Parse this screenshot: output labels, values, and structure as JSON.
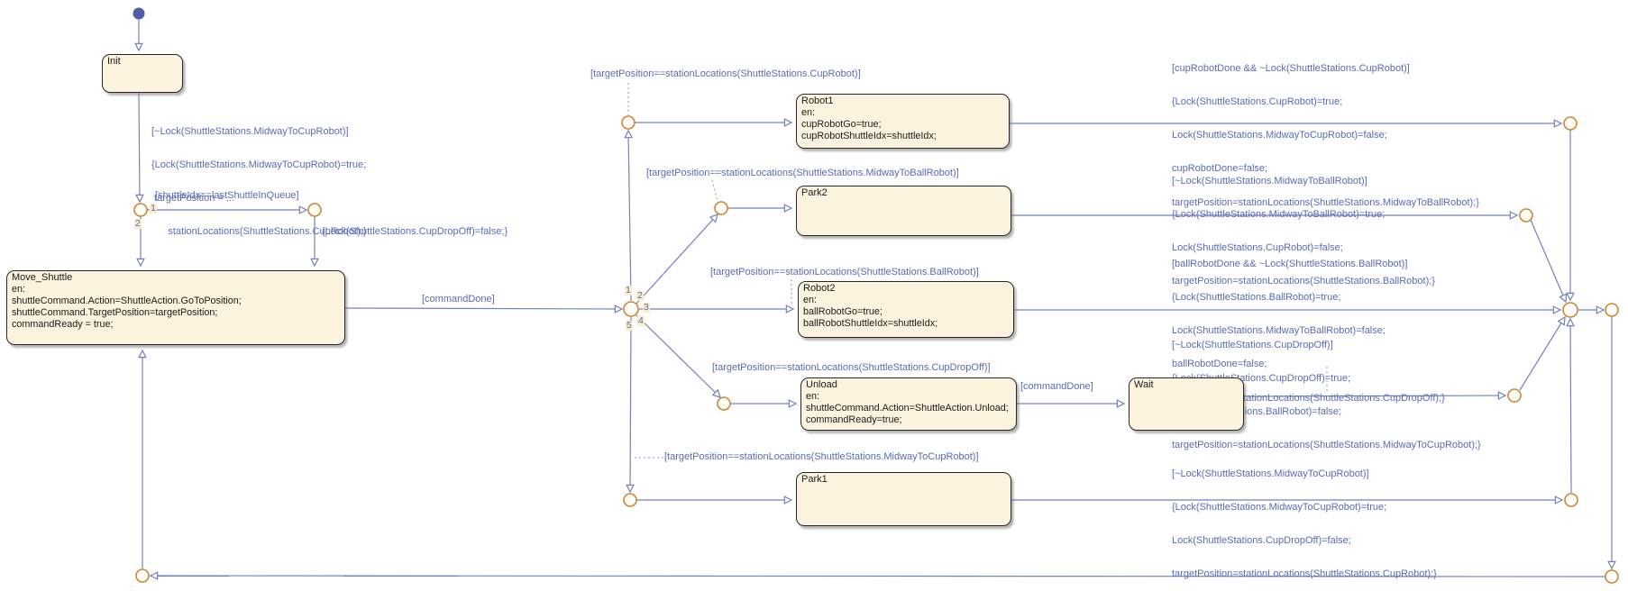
{
  "diagram": {
    "states": {
      "init": {
        "title": "Init"
      },
      "move_shuttle": {
        "title": "Move_Shuttle",
        "lines": [
          "en:",
          "shuttleCommand.Action=ShuttleAction.GoToPosition;",
          "shuttleCommand.TargetPosition=targetPosition;",
          "commandReady = true;"
        ]
      },
      "robot1": {
        "title": "Robot1",
        "lines": [
          "en:",
          "cupRobotGo=true;",
          "cupRobotShuttleIdx=shuttleIdx;"
        ]
      },
      "park2": {
        "title": "Park2"
      },
      "robot2": {
        "title": "Robot2",
        "lines": [
          "en:",
          "ballRobotGo=true;",
          "ballRobotShuttleIdx=shuttleIdx;"
        ]
      },
      "unload": {
        "title": "Unload",
        "lines": [
          "en:",
          "shuttleCommand.Action=ShuttleAction.Unload;",
          "commandReady=true;"
        ]
      },
      "wait": {
        "title": "Wait"
      },
      "park1": {
        "title": "Park1"
      }
    },
    "labels": {
      "init_transition": [
        "[~Lock(ShuttleStations.MidwayToCupRobot)]",
        "{Lock(ShuttleStations.MidwayToCupRobot)=true;",
        " targetPosition = ...",
        "      stationLocations(ShuttleStations.CupRobot);}"
      ],
      "shuttle_queue_condition": "[shuttleIdx==lastShuttleInQueue]",
      "cup_dropoff_release": "{Lock(ShuttleStations.CupDropOff)=false;}",
      "command_done_1": "[commandDone]",
      "command_done_2": "[commandDone]",
      "branch_cup_robot": "[targetPosition==stationLocations(ShuttleStations.CupRobot)]",
      "branch_midway_to_ball_robot": "[targetPosition==stationLocations(ShuttleStations.MidwayToBallRobot)]",
      "branch_ball_robot": "[targetPosition==stationLocations(ShuttleStations.BallRobot)]",
      "branch_cup_dropoff": "[targetPosition==stationLocations(ShuttleStations.CupDropOff)]",
      "branch_midway_to_cup_robot": "[targetPosition==stationLocations(ShuttleStations.MidwayToCupRobot)]",
      "exit_robot1": [
        "[cupRobotDone && ~Lock(ShuttleStations.CupRobot)]",
        "{Lock(ShuttleStations.CupRobot)=true;",
        "Lock(ShuttleStations.MidwayToCupRobot)=false;",
        "cupRobotDone=false;",
        "targetPosition=stationLocations(ShuttleStations.MidwayToBallRobot);}"
      ],
      "exit_park2": [
        "[~Lock(ShuttleStations.MidwayToBallRobot)]",
        "{Lock(ShuttleStations.MidwayToBallRobot)=true;",
        "Lock(ShuttleStations.CupRobot)=false;",
        "targetPosition=stationLocations(ShuttleStations.BallRobot);}"
      ],
      "exit_robot2": [
        "[ballRobotDone && ~Lock(ShuttleStations.BallRobot)]",
        "{Lock(ShuttleStations.BallRobot)=true;",
        "Lock(ShuttleStations.MidwayToBallRobot)=false;",
        "ballRobotDone=false;",
        "targetPosition=stationLocations(ShuttleStations.CupDropOff);}"
      ],
      "exit_wait": [
        "[~Lock(ShuttleStations.CupDropOff)]",
        "{Lock(ShuttleStations.CupDropOff)=true;",
        "Lock(ShuttleStations.BallRobot)=false;",
        "targetPosition=stationLocations(ShuttleStations.MidwayToCupRobot);}"
      ],
      "exit_park1": [
        "[~Lock(ShuttleStations.MidwayToCupRobot)]",
        "{Lock(ShuttleStations.MidwayToCupRobot)=true;",
        "Lock(ShuttleStations.CupDropOff)=false;",
        "targetPosition=stationLocations(ShuttleStations.CupRobot);}"
      ]
    },
    "junction_numbers": {
      "queue_branch_1": "1",
      "queue_branch_2": "2",
      "center_branch_1": "1",
      "center_branch_2": "2",
      "center_branch_3": "3",
      "center_branch_4": "4",
      "center_branch_5": "5"
    },
    "colors": {
      "transition_line": "#7381bf",
      "label_text": "#5a6ab8",
      "junction_stroke": "#d0862f",
      "state_fill": "#fbf3de",
      "state_border": "#272727",
      "initial_point": "#4f5ea6",
      "number_highlight": "#fdecca"
    }
  }
}
